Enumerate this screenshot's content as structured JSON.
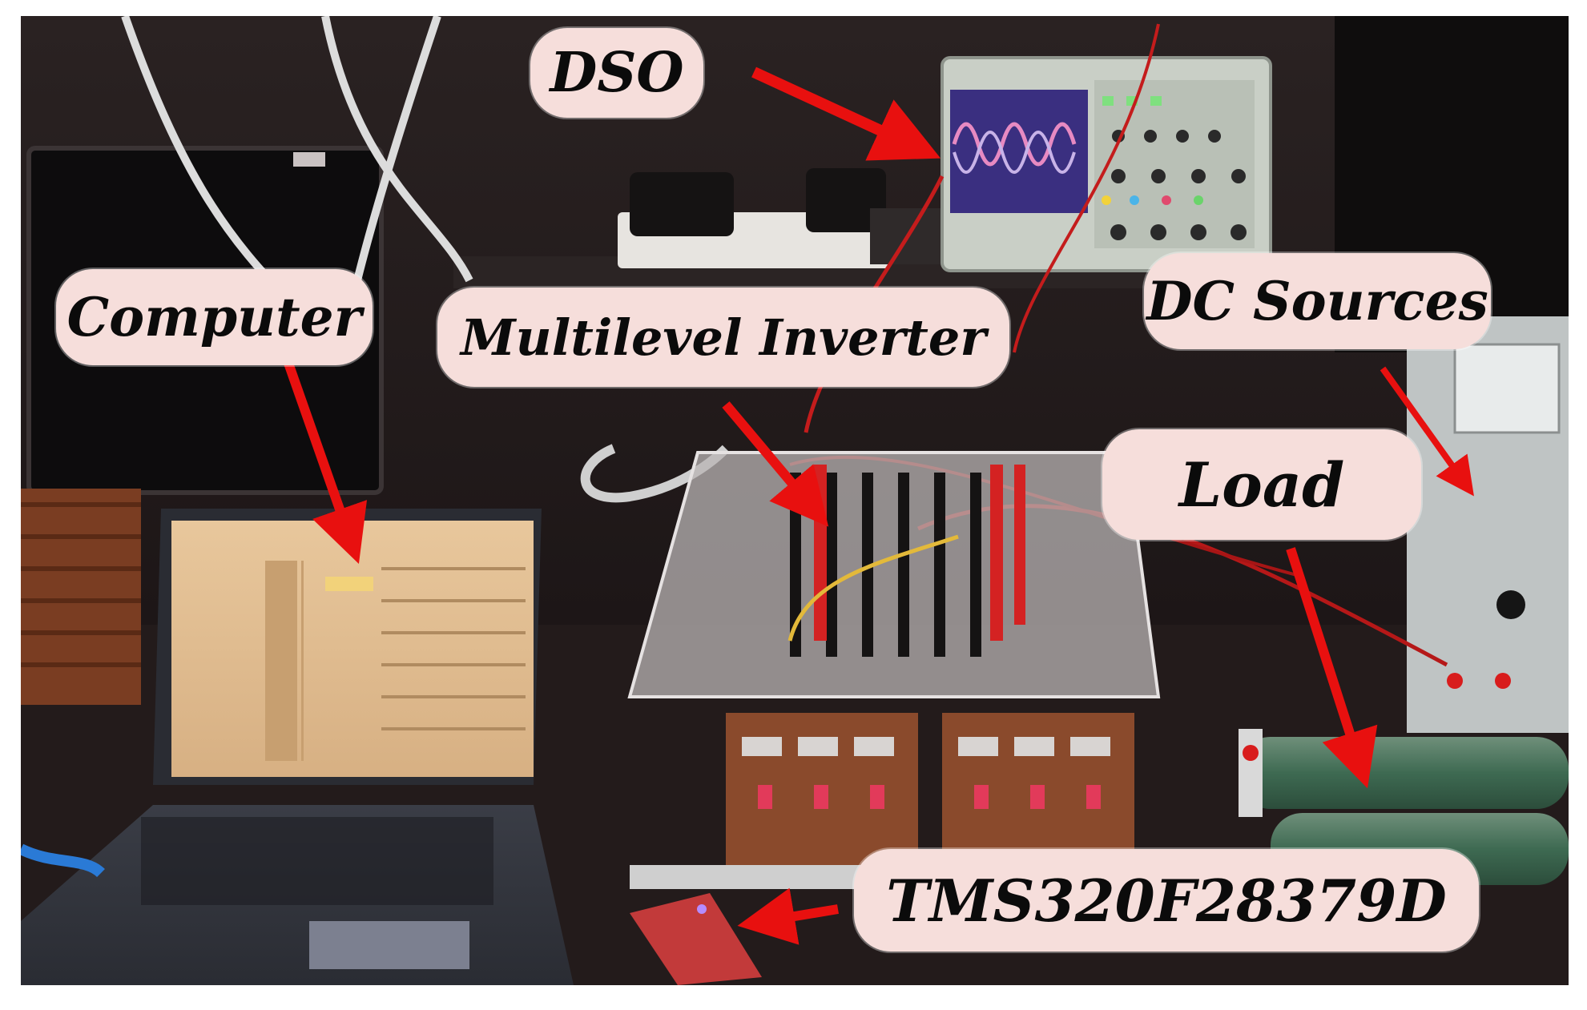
{
  "figure": {
    "labels": {
      "dso": "DSO",
      "computer": "Computer",
      "multilevel_inverter": "Multilevel Inverter",
      "dc_sources": "DC Sources",
      "load": "Load",
      "controller": "TMS320F28379D"
    },
    "colors": {
      "callout_fill": "#f6dedb",
      "arrow": "#e8100f",
      "background": "#1c1717"
    }
  }
}
